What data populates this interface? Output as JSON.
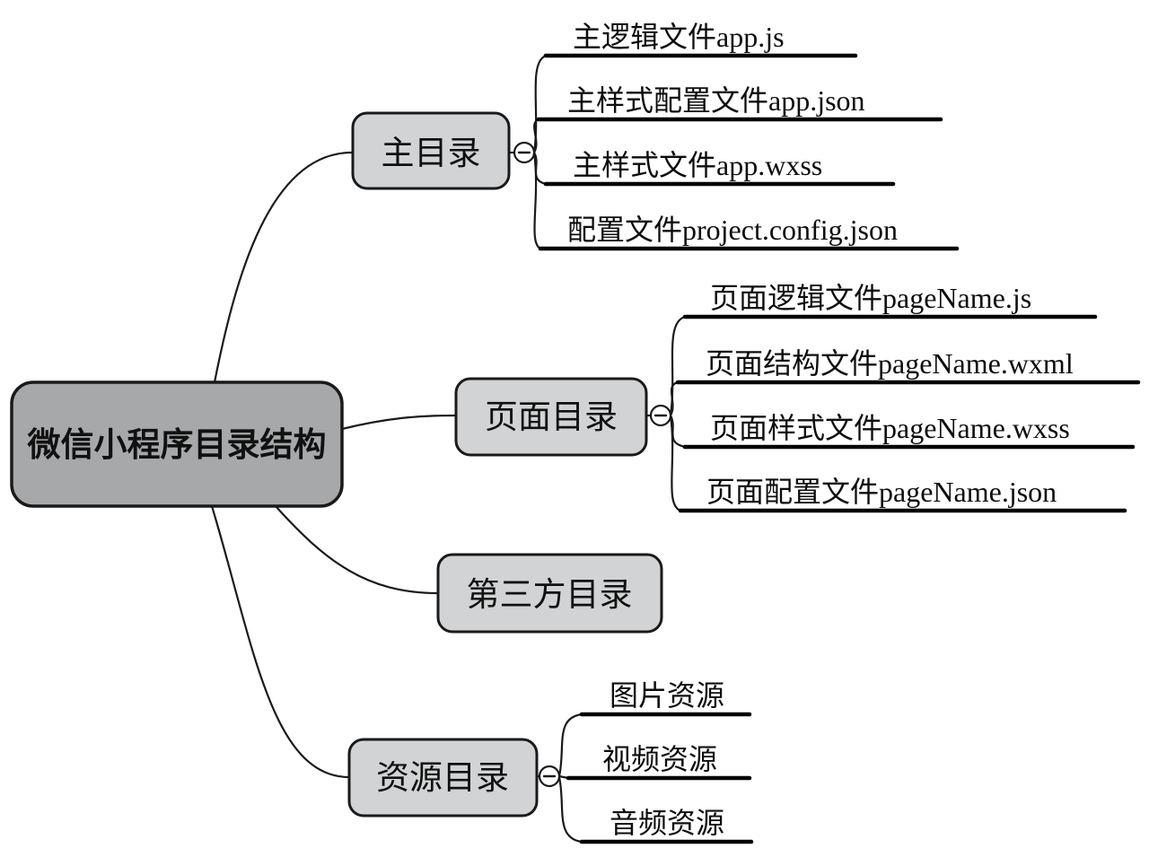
{
  "mindmap": {
    "title": "微信小程序目录结构",
    "root": {
      "label": "微信小程序目录结构"
    },
    "branches": [
      {
        "label": "主目录",
        "collapse_icon": "minus",
        "children": [
          "主逻辑文件app.js",
          "主样式配置文件app.json",
          "主样式文件app.wxss",
          "配置文件project.config.json"
        ]
      },
      {
        "label": "页面目录",
        "collapse_icon": "minus",
        "children": [
          "页面逻辑文件pageName.js",
          "页面结构文件pageName.wxml",
          "页面样式文件pageName.wxss",
          "页面配置文件pageName.json"
        ]
      },
      {
        "label": "第三方目录",
        "collapse_icon": "none",
        "children": []
      },
      {
        "label": "资源目录",
        "collapse_icon": "minus",
        "children": [
          "图片资源",
          "视频资源",
          "音频资源"
        ]
      }
    ],
    "colors": {
      "root_fill": "#a6a8aa",
      "branch_fill": "#d2d3d4",
      "outline": "#1a1a1a",
      "leaf_underline": "#000000",
      "collapse_fill": "#ffffff",
      "background": "#ffffff"
    }
  }
}
